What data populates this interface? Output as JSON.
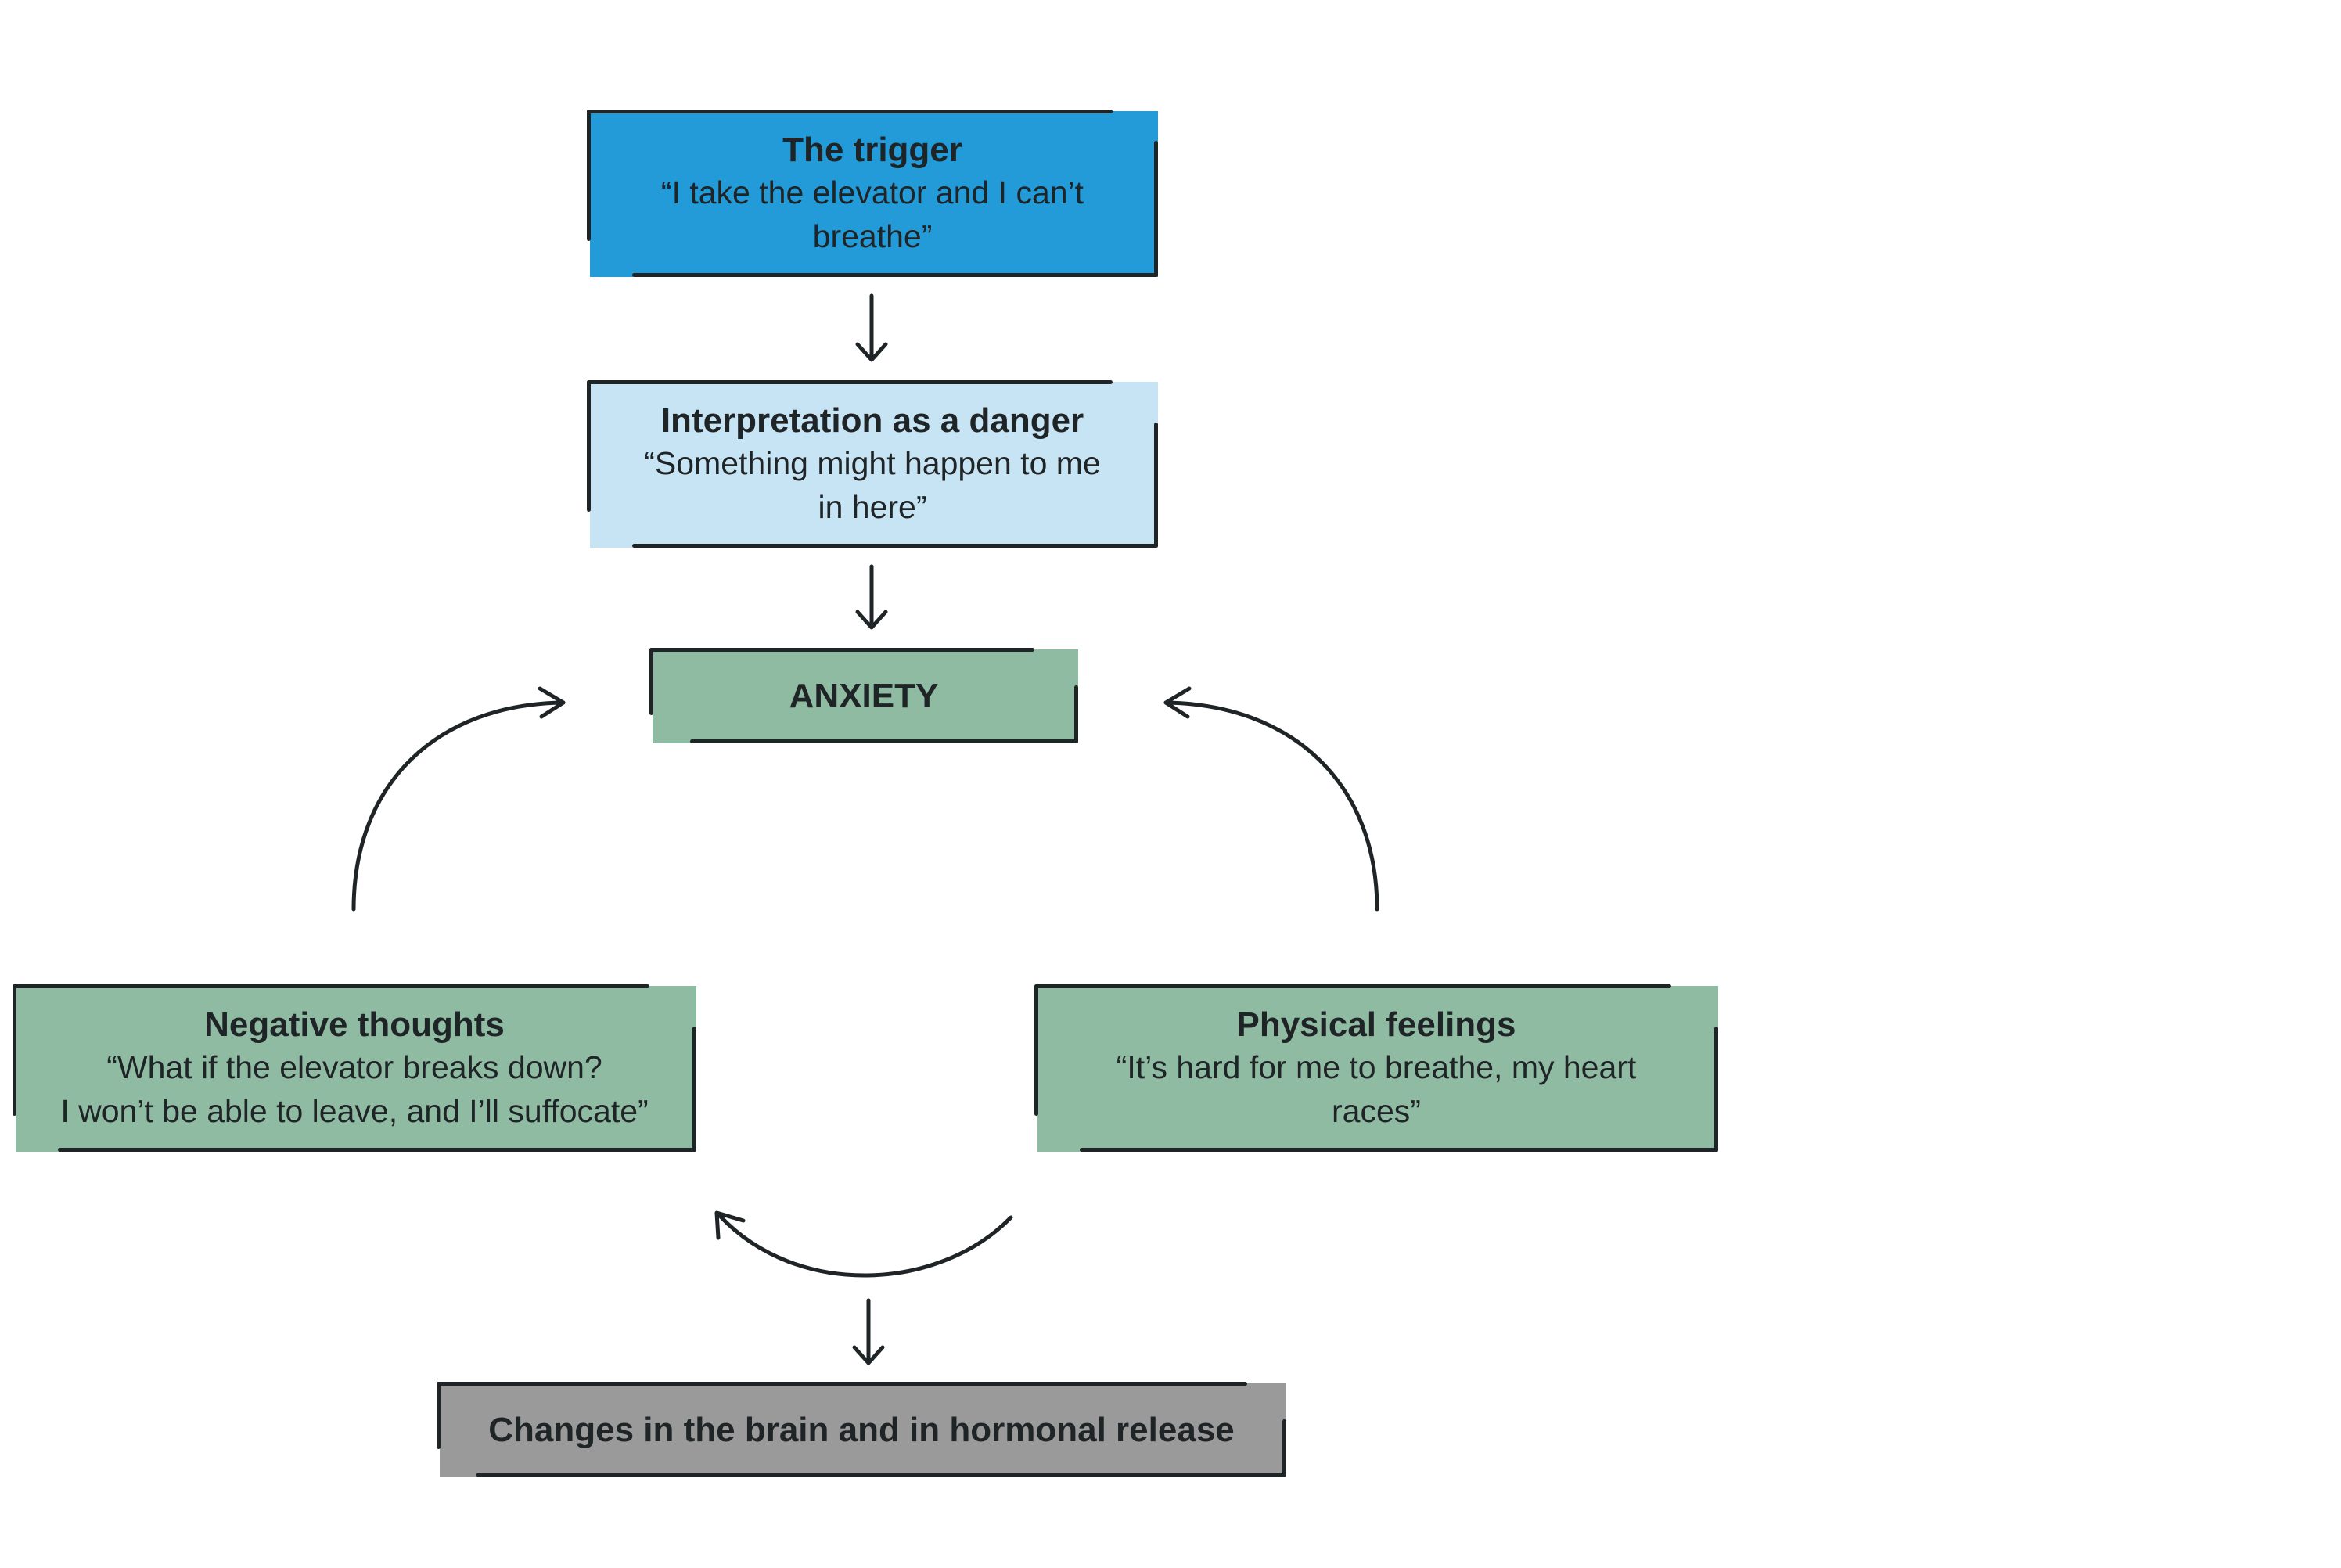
{
  "colors": {
    "trigger": "#239bd8",
    "interpretation": "#c7e4f4",
    "green": "#8fbba3",
    "gray": "#9a9a9a",
    "ink": "#1f2426"
  },
  "nodes": {
    "trigger": {
      "title": "The trigger",
      "quote_line1": "“I take the elevator and I can’t",
      "quote_line2": "breathe”"
    },
    "interpretation": {
      "title": "Interpretation as a danger",
      "quote_line1": "“Something might happen to me",
      "quote_line2": "in here”"
    },
    "anxiety": {
      "title": "ANXIETY"
    },
    "negative_thoughts": {
      "title": "Negative thoughts",
      "quote_line1": "“What if the elevator breaks down?",
      "quote_line2": "I won’t be able to leave, and I’ll suffocate”"
    },
    "physical_feelings": {
      "title": "Physical feelings",
      "quote_line1": "“It’s hard for me to breathe, my heart",
      "quote_line2": "races”"
    },
    "brain_changes": {
      "title": "Changes in the brain and in hormonal release"
    }
  }
}
